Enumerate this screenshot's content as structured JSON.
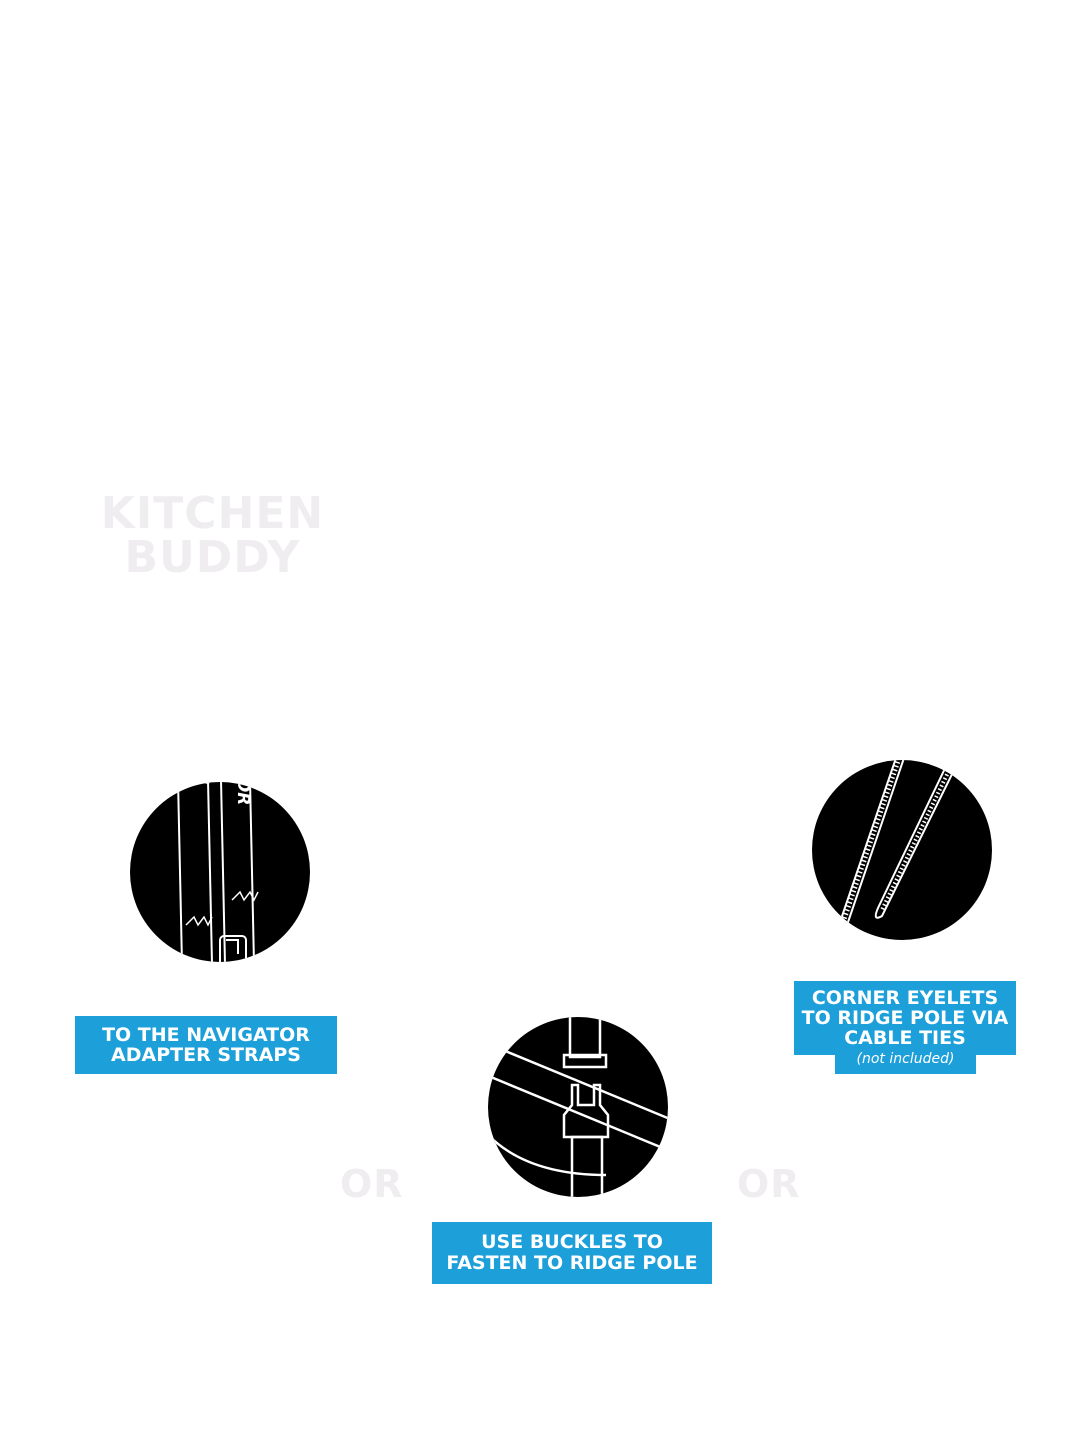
{
  "title": {
    "line1": "KITCHEN",
    "line2": "BUDDY"
  },
  "separators": [
    "OR",
    "OR"
  ],
  "options": [
    {
      "icon": "navigator-strap-icon",
      "line1": "TO THE NAVIGATOR",
      "line2": "ADAPTER STRAPS",
      "strap_text": "NAVIGATOR"
    },
    {
      "icon": "buckle-icon",
      "line1": "USE BUCKLES TO",
      "line2": "FASTEN TO RIDGE POLE"
    },
    {
      "icon": "cable-tie-icon",
      "line1": "CORNER EYELETS",
      "line2": "TO RIDGE POLE VIA",
      "line3": "CABLE TIES",
      "note": "(not included)"
    }
  ],
  "colors": {
    "accent": "#1d9fd9",
    "title": "#efedf0",
    "icon_fill": "#000000"
  }
}
